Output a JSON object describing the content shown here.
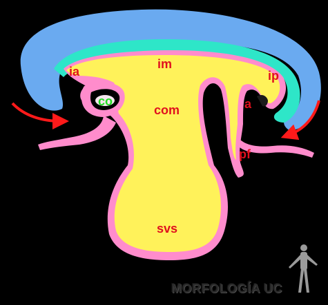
{
  "labels": {
    "ia": "ia",
    "im": "im",
    "ip": "ip",
    "co": "co",
    "com": "com",
    "a": "a",
    "pf": "pf",
    "svs": "svs"
  },
  "watermark": "MORFOLOGÍA UC",
  "colors": {
    "background": "#000000",
    "outer_layer": "#6aaaf0",
    "middle_layer": "#2ee6c8",
    "yellow_region": "#fff25a",
    "pink_wall": "#ff8ccc",
    "label_red": "#e0101e",
    "label_green": "#22dd22",
    "arrow": "#ff1a1a"
  },
  "icons": {
    "left_arrow": "curved-arrow-icon",
    "right_arrow": "curved-arrow-icon",
    "logo": "human-figure-icon"
  }
}
